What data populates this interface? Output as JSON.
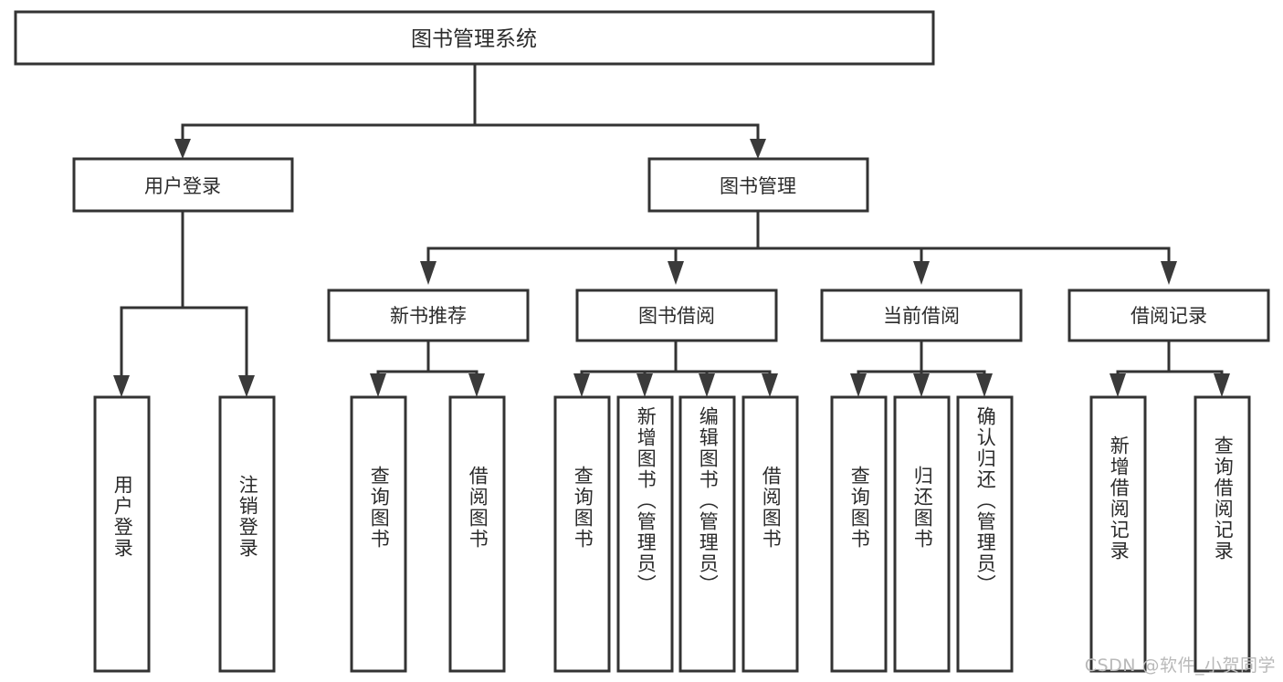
{
  "diagram": {
    "type": "tree-hierarchy",
    "title": "图书管理系统",
    "orientation": "top-down",
    "watermark": "CSDN @软件_小贺同学",
    "colors": {
      "box_fill": "#ffffff",
      "box_stroke": "#333333",
      "text": "#2b2b2b",
      "watermark": "#b9b9b9",
      "background": "#ffffff"
    },
    "root": {
      "id": "root",
      "label": "图书管理系统",
      "orientation": "horizontal"
    },
    "level1": [
      {
        "id": "user-login",
        "label": "用户登录",
        "orientation": "horizontal"
      },
      {
        "id": "book-manage",
        "label": "图书管理",
        "orientation": "horizontal"
      }
    ],
    "level2": [
      {
        "id": "new-book-recommend",
        "label": "新书推荐",
        "parent": "book-manage",
        "orientation": "horizontal"
      },
      {
        "id": "book-borrow",
        "label": "图书借阅",
        "parent": "book-manage",
        "orientation": "horizontal"
      },
      {
        "id": "current-borrow",
        "label": "当前借阅",
        "parent": "book-manage",
        "orientation": "horizontal"
      },
      {
        "id": "borrow-record",
        "label": "借阅记录",
        "parent": "book-manage",
        "orientation": "horizontal"
      }
    ],
    "leaves": [
      {
        "id": "leaf-user-login",
        "label": "用户登录",
        "parent": "user-login",
        "orientation": "vertical"
      },
      {
        "id": "leaf-logout",
        "label": "注销登录",
        "parent": "user-login",
        "orientation": "vertical"
      },
      {
        "id": "leaf-query-book-1",
        "label": "查询图书",
        "parent": "new-book-recommend",
        "orientation": "vertical"
      },
      {
        "id": "leaf-borrow-book-1",
        "label": "借阅图书",
        "parent": "new-book-recommend",
        "orientation": "vertical"
      },
      {
        "id": "leaf-query-book-2",
        "label": "查询图书",
        "parent": "book-borrow",
        "orientation": "vertical"
      },
      {
        "id": "leaf-add-book",
        "label": "新增图书（管理员）",
        "parent": "book-borrow",
        "orientation": "vertical"
      },
      {
        "id": "leaf-edit-book",
        "label": "编辑图书（管理员）",
        "parent": "book-borrow",
        "orientation": "vertical"
      },
      {
        "id": "leaf-borrow-book-2",
        "label": "借阅图书",
        "parent": "book-borrow",
        "orientation": "vertical"
      },
      {
        "id": "leaf-query-book-3",
        "label": "查询图书",
        "parent": "current-borrow",
        "orientation": "vertical"
      },
      {
        "id": "leaf-return-book",
        "label": "归还图书",
        "parent": "current-borrow",
        "orientation": "vertical"
      },
      {
        "id": "leaf-confirm-return",
        "label": "确认归还（管理员）",
        "parent": "current-borrow",
        "orientation": "vertical"
      },
      {
        "id": "leaf-add-record",
        "label": "新增借阅记录",
        "parent": "borrow-record",
        "orientation": "vertical"
      },
      {
        "id": "leaf-query-record",
        "label": "查询借阅记录",
        "parent": "borrow-record",
        "orientation": "vertical"
      }
    ]
  }
}
